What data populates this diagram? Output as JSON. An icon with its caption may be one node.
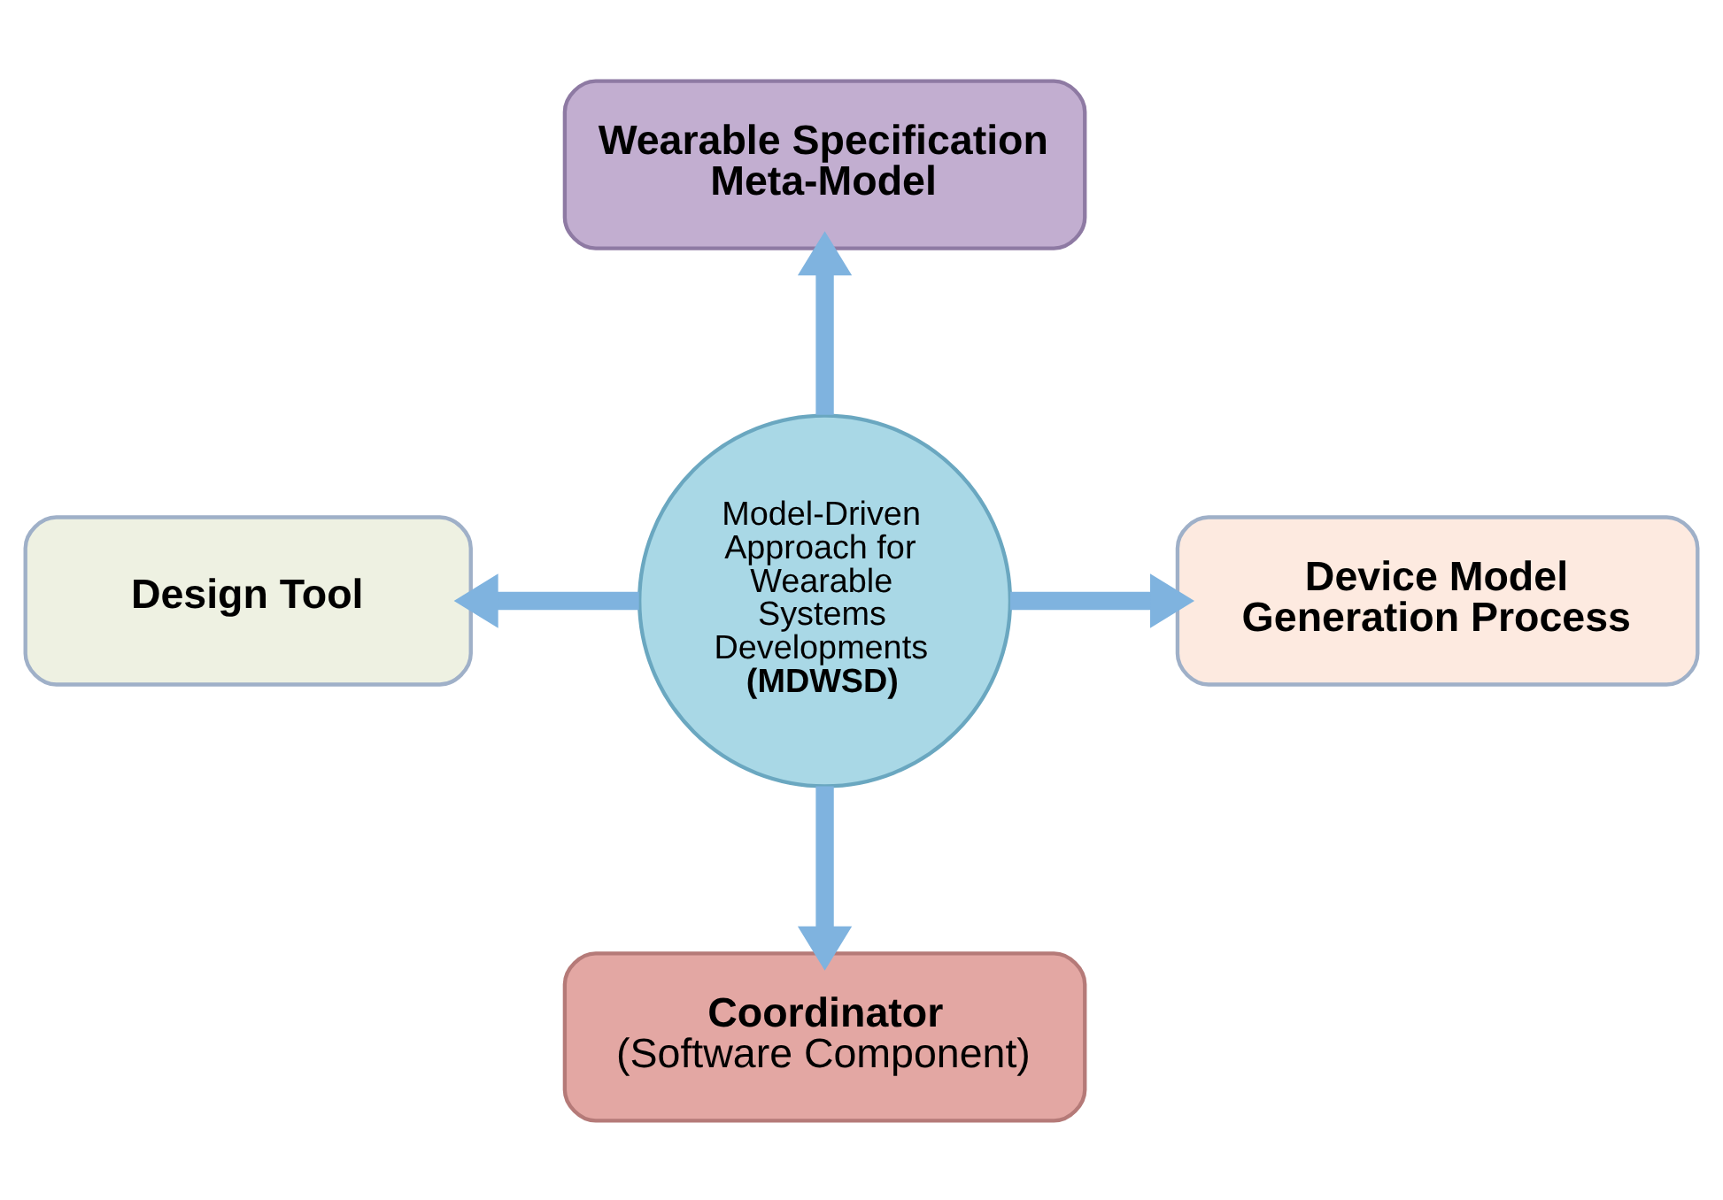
{
  "diagram": {
    "nodes": [
      {
        "text": [
          "Model-Driven Approach for Wearable Systems Developments",
          "(MDWSD)"
        ]
      },
      {
        "text": [
          "Wearable Specification Meta-Model"
        ]
      },
      {
        "text": [
          "Design Tool"
        ]
      },
      {
        "text": [
          "Device Model Generation Process"
        ]
      },
      {
        "text": [
          "Coordinator",
          "(Software Component)"
        ]
      }
    ],
    "edges": [
      {
        "from": 0,
        "to": 1,
        "arrow": "to"
      },
      {
        "from": 0,
        "to": 2,
        "arrow": "to"
      },
      {
        "from": 0,
        "to": 3,
        "arrow": "to"
      },
      {
        "from": 0,
        "to": 4,
        "arrow": "to"
      }
    ]
  }
}
